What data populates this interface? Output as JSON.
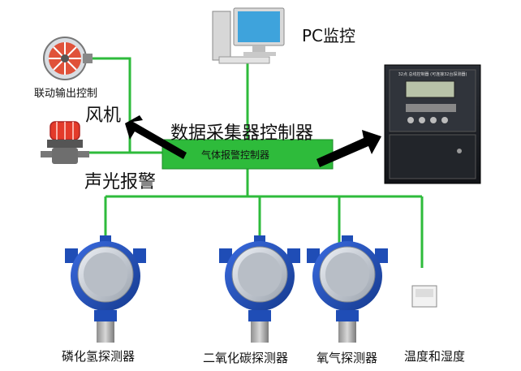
{
  "pc_label": "PC监控",
  "fan_small_label": "联动输出控制",
  "fan_label": "风机",
  "alarm_label": "声光报警",
  "collector_label": "数据采集器控制器",
  "box_label": "气体报警控制器",
  "panel_header": "32点 总线控制器 (可连接32台探测器)",
  "detectors": [
    {
      "label": "磷化氢探测器"
    },
    {
      "label": "二氧化碳探测器"
    },
    {
      "label": "氧气探测器"
    },
    {
      "label": "温度和湿度"
    }
  ],
  "colors": {
    "bus_green": "#2ebb3b",
    "box_green": "#2ebb3b",
    "detector_blue": "#1f4db6",
    "detector_ring": "#c9ced6",
    "panel_dark": "#1c1f24",
    "arrow_black": "#000000"
  }
}
